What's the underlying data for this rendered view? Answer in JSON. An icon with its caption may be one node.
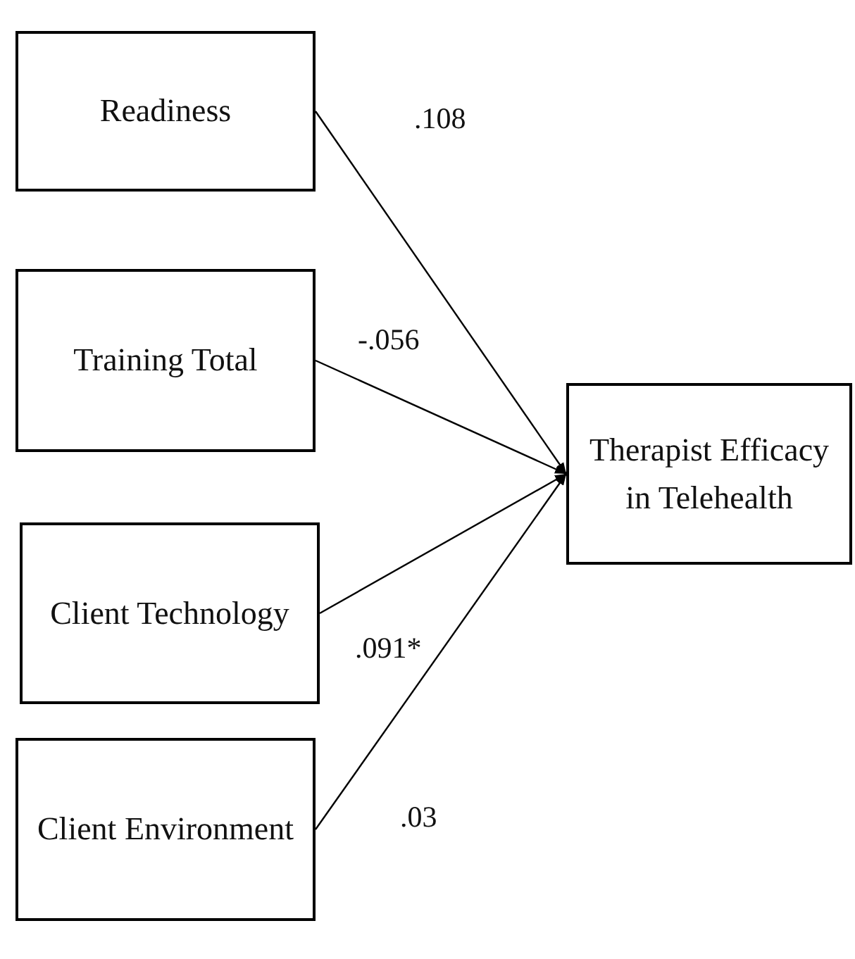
{
  "diagram": {
    "nodes": [
      {
        "text": [
          "Readiness"
        ]
      },
      {
        "text": [
          "Training Total"
        ]
      },
      {
        "text": [
          "Client Technology"
        ]
      },
      {
        "text": [
          "Client Environment"
        ]
      },
      {
        "text": [
          "Therapist Efficacy in Telehealth"
        ]
      }
    ],
    "edges": [
      {
        "from": 0,
        "to": 4,
        "arrow": "to",
        "label": ".108"
      },
      {
        "from": 1,
        "to": 4,
        "arrow": "to",
        "label": "-.056"
      },
      {
        "from": 2,
        "to": 4,
        "arrow": "to",
        "label": ".091*"
      },
      {
        "from": 3,
        "to": 4,
        "arrow": "to",
        "label": ".03"
      }
    ]
  }
}
